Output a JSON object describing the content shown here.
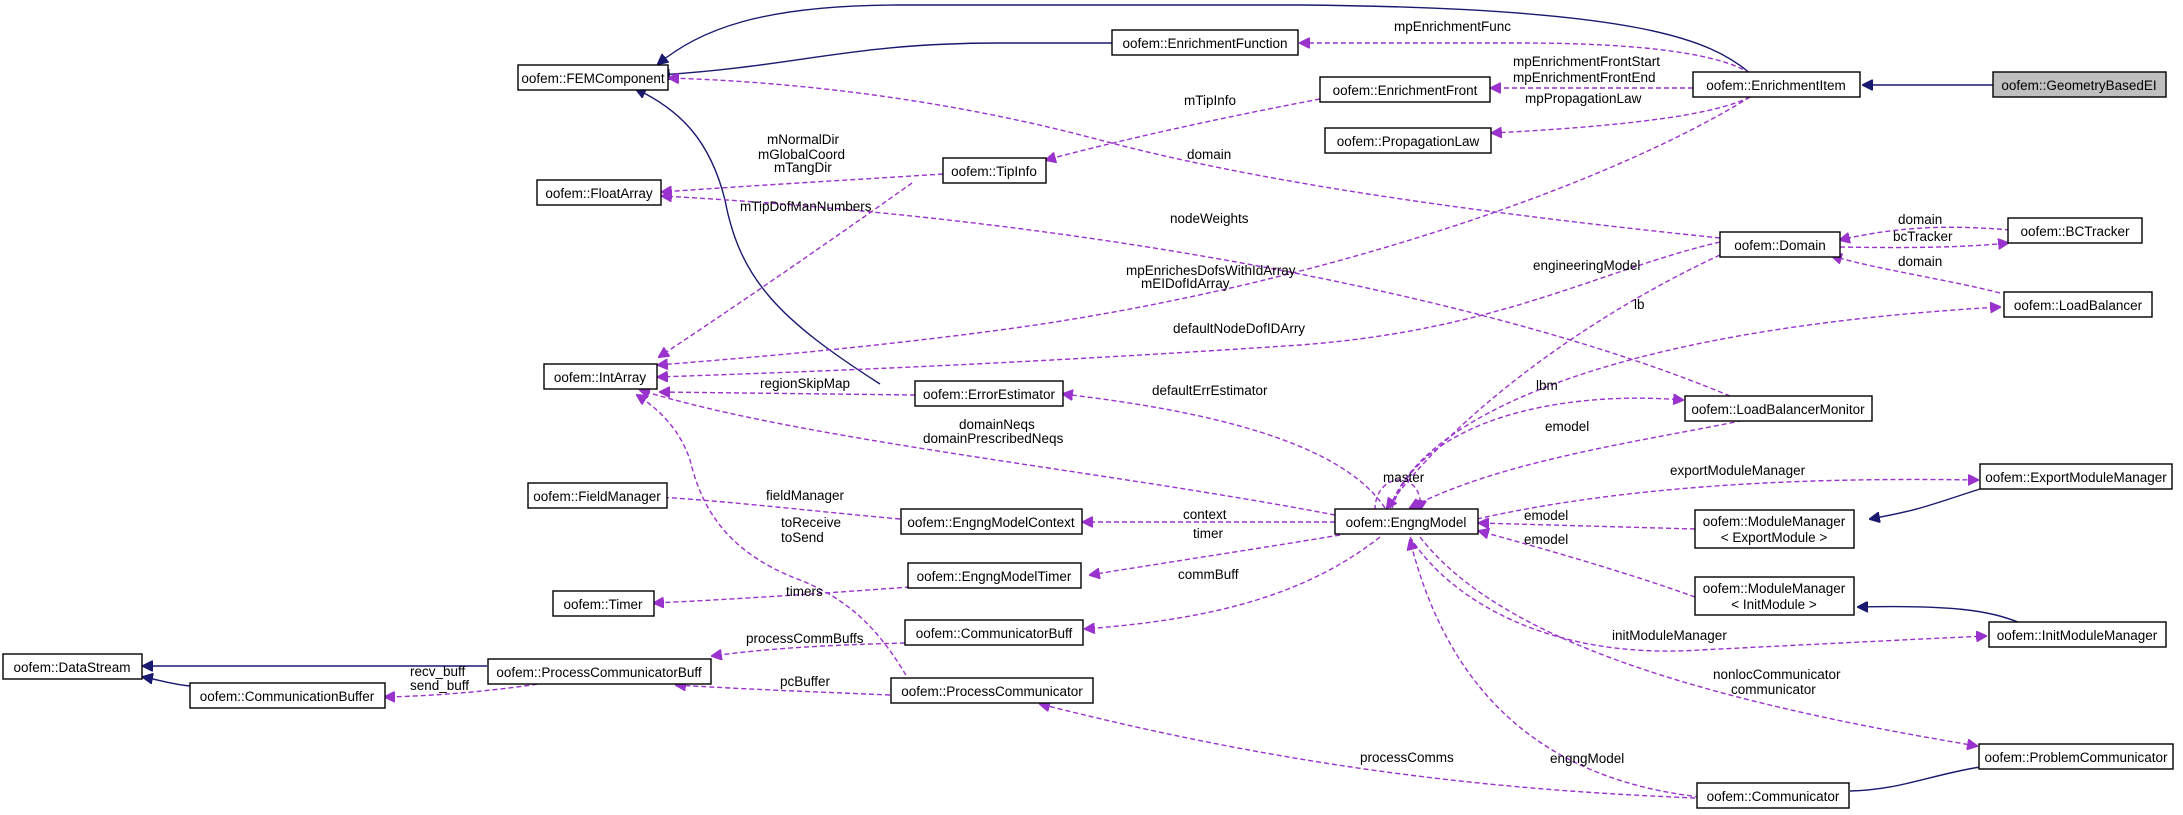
{
  "colors": {
    "inheritance": "#191970",
    "usage": "#9a32cd",
    "highlight": "#bfbfbf"
  },
  "nodes": {
    "geometrybasedei": [
      "oofem::GeometryBasedEI"
    ],
    "enrichmentitem": [
      "oofem::EnrichmentItem"
    ],
    "enrichmentfunction": [
      "oofem::EnrichmentFunction"
    ],
    "femcomponent": [
      "oofem::FEMComponent"
    ],
    "enrichmentfront": [
      "oofem::EnrichmentFront"
    ],
    "propagationlaw": [
      "oofem::PropagationLaw"
    ],
    "tipinfo": [
      "oofem::TipInfo"
    ],
    "floatarray": [
      "oofem::FloatArray"
    ],
    "domain": [
      "oofem::Domain"
    ],
    "bctracker": [
      "oofem::BCTracker"
    ],
    "loadbalancer": [
      "oofem::LoadBalancer"
    ],
    "intarray": [
      "oofem::IntArray"
    ],
    "errorestimator": [
      "oofem::ErrorEstimator"
    ],
    "loadbalancermonitor": [
      "oofem::LoadBalancerMonitor"
    ],
    "fieldmanager": [
      "oofem::FieldManager"
    ],
    "engngmodelcontext": [
      "oofem::EngngModelContext"
    ],
    "engngmodel": [
      "oofem::EngngModel"
    ],
    "exportmodulemanager": [
      "oofem::ExportModuleManager"
    ],
    "modulemanager_export": [
      "oofem::ModuleManager",
      "< ExportModule >"
    ],
    "modulemanager_init": [
      "oofem::ModuleManager",
      "< InitModule >"
    ],
    "initmodulemanager": [
      "oofem::InitModuleManager"
    ],
    "timer": [
      "oofem::Timer"
    ],
    "engngmodeltimer": [
      "oofem::EngngModelTimer"
    ],
    "communicatorbuff": [
      "oofem::CommunicatorBuff"
    ],
    "datastream": [
      "oofem::DataStream"
    ],
    "processcommunicatorbuff": [
      "oofem::ProcessCommunicatorBuff"
    ],
    "communicationbuffer": [
      "oofem::CommunicationBuffer"
    ],
    "processcommunicator": [
      "oofem::ProcessCommunicator"
    ],
    "problemcommunicator": [
      "oofem::ProblemCommunicator"
    ],
    "communicator": [
      "oofem::Communicator"
    ]
  },
  "edge_labels": {
    "mpEnrichmentFunc": "mpEnrichmentFunc",
    "mpEnrichmentFrontStart": "mpEnrichmentFrontStart",
    "mpEnrichmentFrontEnd": "mpEnrichmentFrontEnd",
    "mpPropagationLaw": "mpPropagationLaw",
    "mTipInfo": "mTipInfo",
    "domain_ei": "domain",
    "mNormalDir": "mNormalDir",
    "mGlobalCoord": "mGlobalCoord",
    "mTangDir": "mTangDir",
    "mTipDofManNumbers": "mTipDofManNumbers",
    "nodeWeights": "nodeWeights",
    "domain_bc": "domain",
    "bcTracker": "bcTracker",
    "domain_lb": "domain",
    "engineeringModel": "engineeringModel",
    "mpEnrichesDofsWithIdArray": "mpEnrichesDofsWithIdArray",
    "mEIDofIdArray": "mEIDofIdArray",
    "lb": "lb",
    "defaultNodeDofIDArry": "defaultNodeDofIDArry",
    "regionSkipMap": "regionSkipMap",
    "defaultErrEstimator": "defaultErrEstimator",
    "lbm": "lbm",
    "domainNeqs": "domainNeqs",
    "domainPrescribedNeqs": "domainPrescribedNeqs",
    "emodel_lbm": "emodel",
    "master": "master",
    "exportModuleManager": "exportModuleManager",
    "fieldManager": "fieldManager",
    "context": "context",
    "emodel_mm1": "emodel",
    "emodel_mm2": "emodel",
    "toReceive": "toReceive",
    "toSend": "toSend",
    "timer": "timer",
    "timers": "timers",
    "commBuff": "commBuff",
    "processCommBuffs": "processCommBuffs",
    "initModuleManager": "initModuleManager",
    "recv_buff": "recv_buff",
    "send_buff": "send_buff",
    "pcBuffer": "pcBuffer",
    "nonlocCommunicator": "nonlocCommunicator",
    "communicator": "communicator",
    "processComms": "processComms",
    "engngModel": "engngModel"
  }
}
